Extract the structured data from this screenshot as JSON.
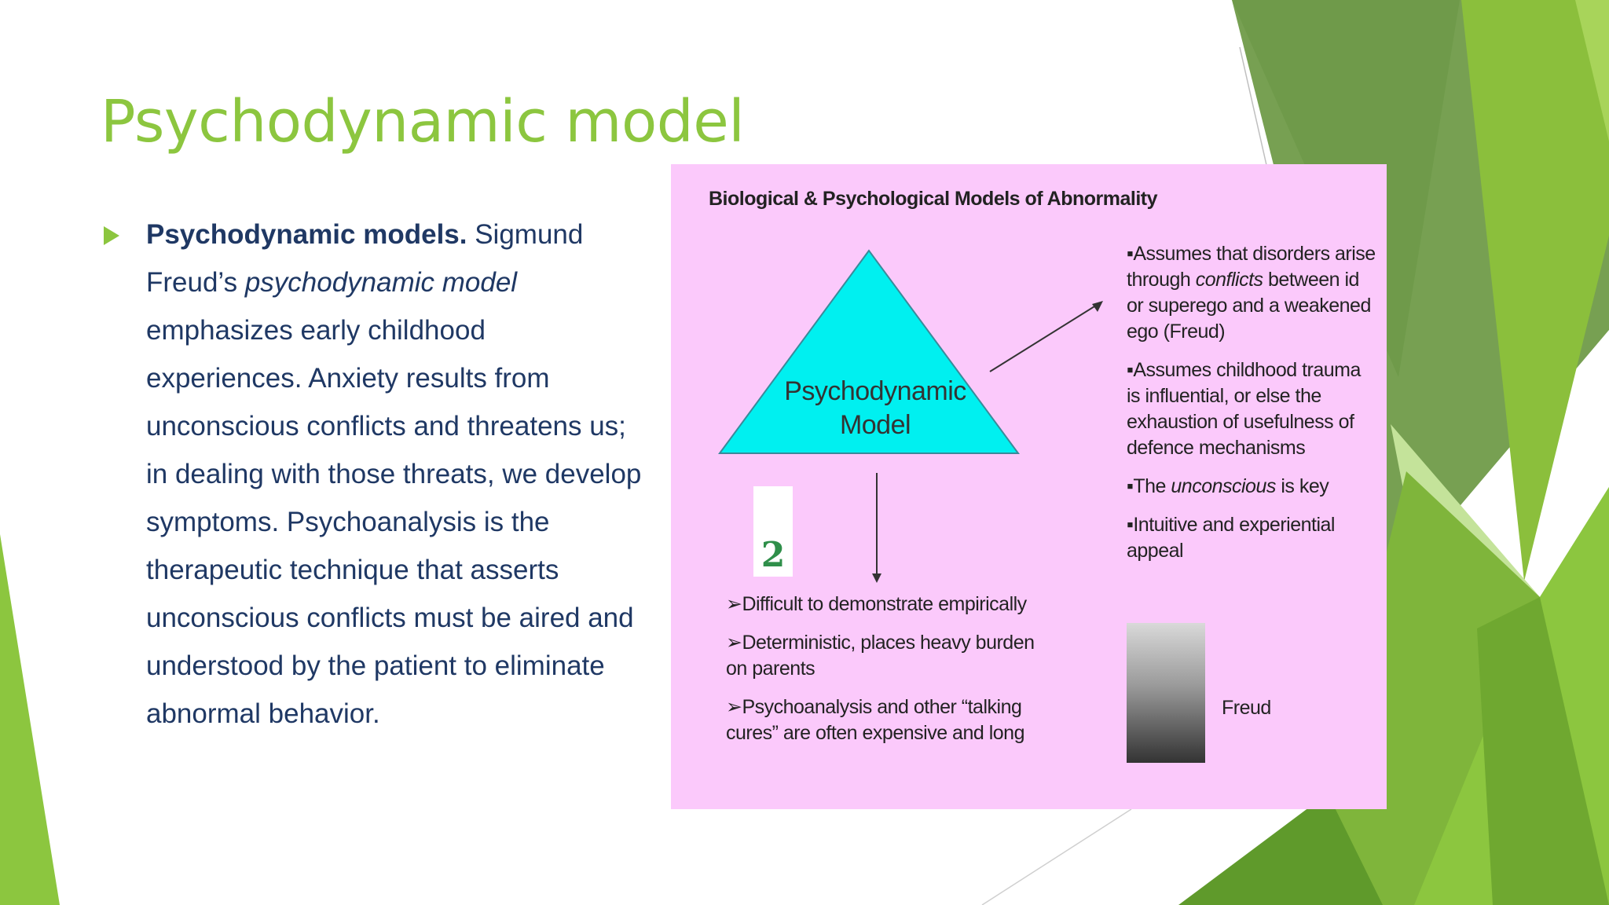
{
  "slide": {
    "title": "Psychodynamic model",
    "body": {
      "lead_bold": "Psychodynamic models.",
      "text1": " Sigmund Freud’s ",
      "italic1": "psychodynamic model",
      "text2": " emphasizes early childhood experiences. Anxiety results from unconscious conflicts and threatens us; in dealing with those threats, we develop symptoms. Psychoanalysis is the therapeutic technique that asserts unconscious conflicts must be aired and understood by the patient to eliminate abnormal behavior."
    },
    "accent_color": "#8cc63f",
    "text_color": "#1f3864"
  },
  "figure": {
    "background": "#fbc9fb",
    "title": "Biological & Psychological Models of Abnormality",
    "pyramid": {
      "line1": "Psychodynamic",
      "line2": "Model",
      "color": "#00f0f0"
    },
    "question_icon": "2",
    "right_points": [
      {
        "pre": "▪Assumes that disorders arise through ",
        "italic": "conflicts",
        "post": " between id or superego and a weakened ego (Freud)"
      },
      {
        "pre": "▪Assumes childhood trauma is influential, or else the exhaustion of usefulness of defence mechanisms",
        "italic": "",
        "post": ""
      },
      {
        "pre": "▪The ",
        "italic": "unconscious",
        "post": " is key"
      },
      {
        "pre": "▪Intuitive and experiential appeal",
        "italic": "",
        "post": ""
      }
    ],
    "left_points": [
      "➢Difficult to demonstrate empirically",
      "➢Deterministic, places heavy burden on parents",
      "➢Psychoanalysis and other “talking cures” are often expensive and long"
    ],
    "photo_caption": "Freud"
  }
}
